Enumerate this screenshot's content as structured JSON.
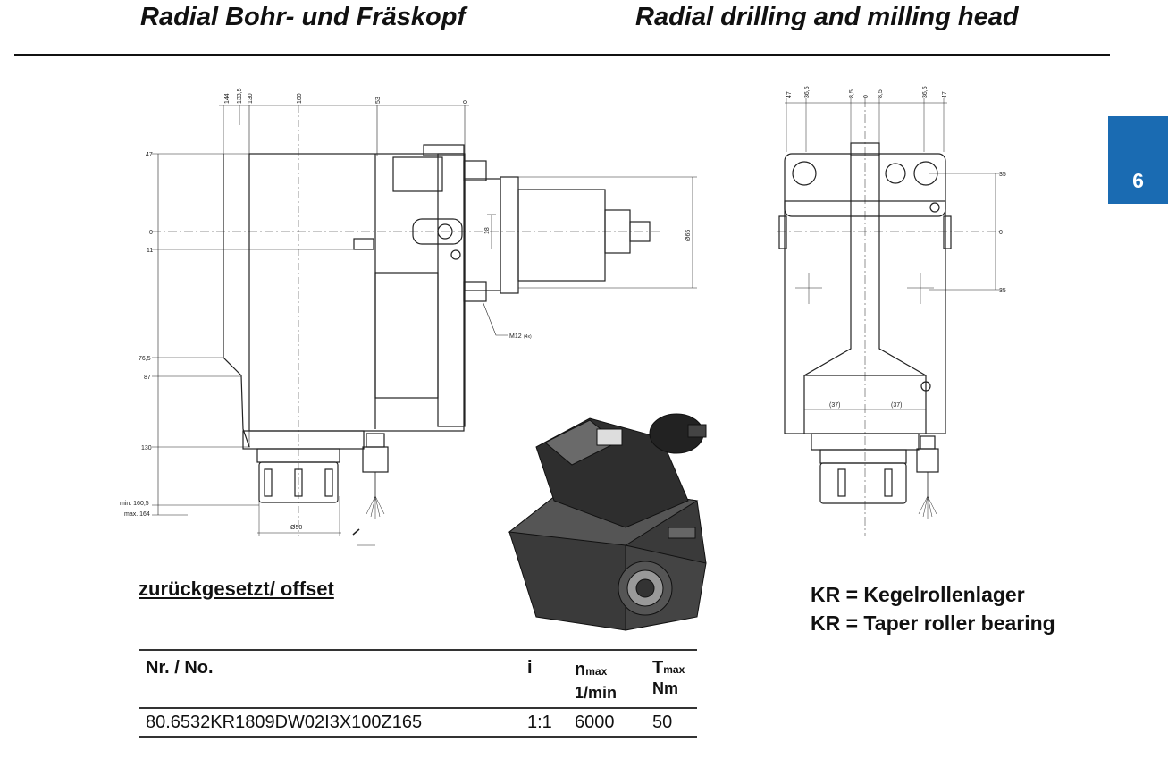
{
  "header": {
    "title_de": "Radial Bohr- und Fräskopf",
    "title_en": "Radial drilling and milling head"
  },
  "chapter_tab": "6",
  "drawing_left": {
    "top_dims": [
      "144",
      "133,5",
      "130",
      "100",
      "53",
      "0"
    ],
    "left_dims": [
      "47",
      "0",
      "11",
      "76,5",
      "87",
      "130",
      "min. 160,5",
      "max. 164"
    ],
    "bore_dim": "18",
    "dia_dim": "Ø65",
    "bottom_dim": "Ø50",
    "thread_label": "M12",
    "thread_count": "(4x)"
  },
  "drawing_right": {
    "top_dims": [
      "47",
      "36,5",
      "8,5",
      "0",
      "8,5",
      "36,5",
      "47"
    ],
    "right_dims": [
      "35",
      "0",
      "35"
    ],
    "bottom_dims": [
      "(37)",
      "(37)"
    ]
  },
  "section_label": "zurückgesetzt/ offset",
  "legend": [
    "KR = Kegelrollenlager",
    "KR = Taper roller bearing"
  ],
  "table": {
    "col_no": "Nr. / No.",
    "col_i": "i",
    "col_n": "n",
    "col_n_sub": "max",
    "col_n_unit": "1/min",
    "col_t": "T",
    "col_t_sub": "max",
    "col_t_unit": "Nm",
    "row": {
      "no": "80.6532KR1809DW02I3X100Z165",
      "i": "1:1",
      "n": "6000",
      "t": "50"
    }
  }
}
